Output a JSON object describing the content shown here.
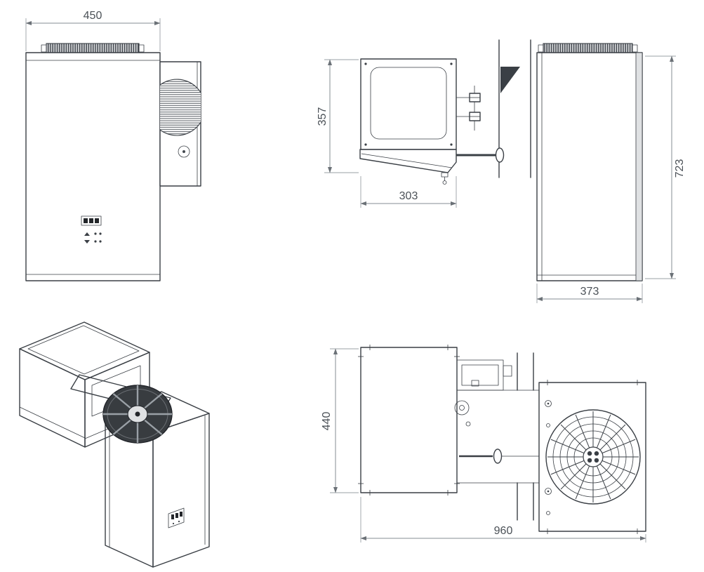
{
  "dimensions": {
    "front_width": "450",
    "evaporator_height": "357",
    "evaporator_depth": "303",
    "overall_height": "723",
    "condenser_depth": "373",
    "top_width": "440",
    "overall_length": "960"
  },
  "colors": {
    "object_line": "#3a3f45",
    "dimension_line": "#868c93",
    "dimension_text": "#4b5157",
    "hatch_dark": "#44494f",
    "panel_shade": "#dfe1e3",
    "fan_dark": "#383c40"
  },
  "icons": {
    "axial_fan_grille": "concentric-circles-with-radial-spokes",
    "louver_fan": "circle-with-horizontal-slats",
    "fan_blades": "dark-disc-with-light-hub",
    "control_display": "segment-display-with-buttons",
    "mounting_rail": "hatched-bar"
  }
}
